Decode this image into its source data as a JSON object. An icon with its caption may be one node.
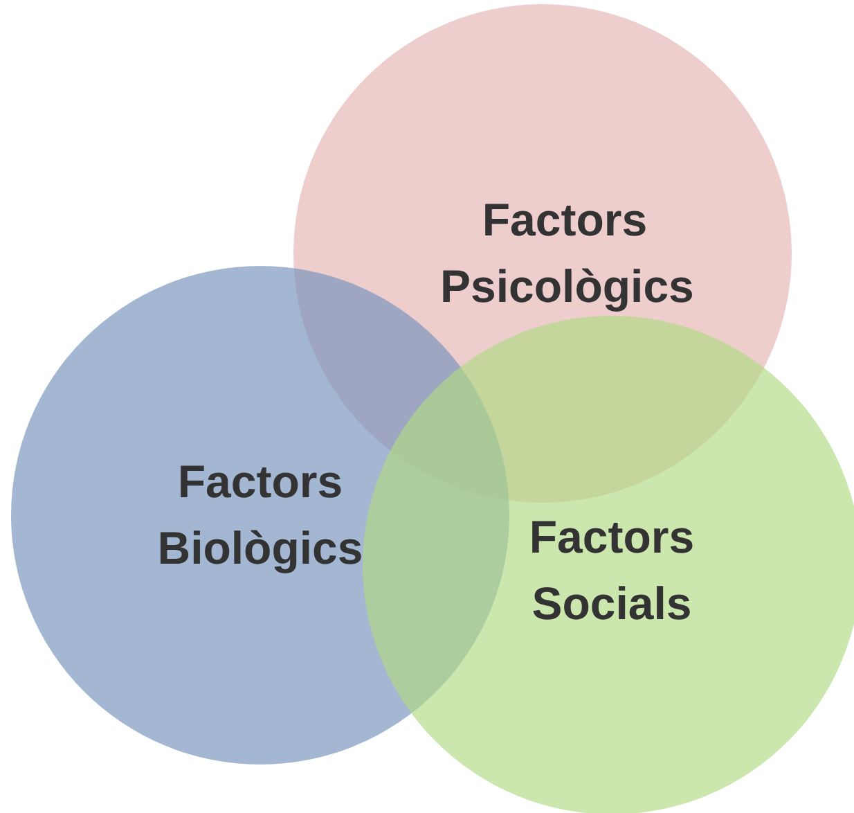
{
  "diagram": {
    "nodes": [
      {
        "text": [
          "Factors Psicològics"
        ]
      },
      {
        "text": [
          "Factors Biològics"
        ]
      },
      {
        "text": [
          "Factors Socials"
        ]
      }
    ]
  }
}
